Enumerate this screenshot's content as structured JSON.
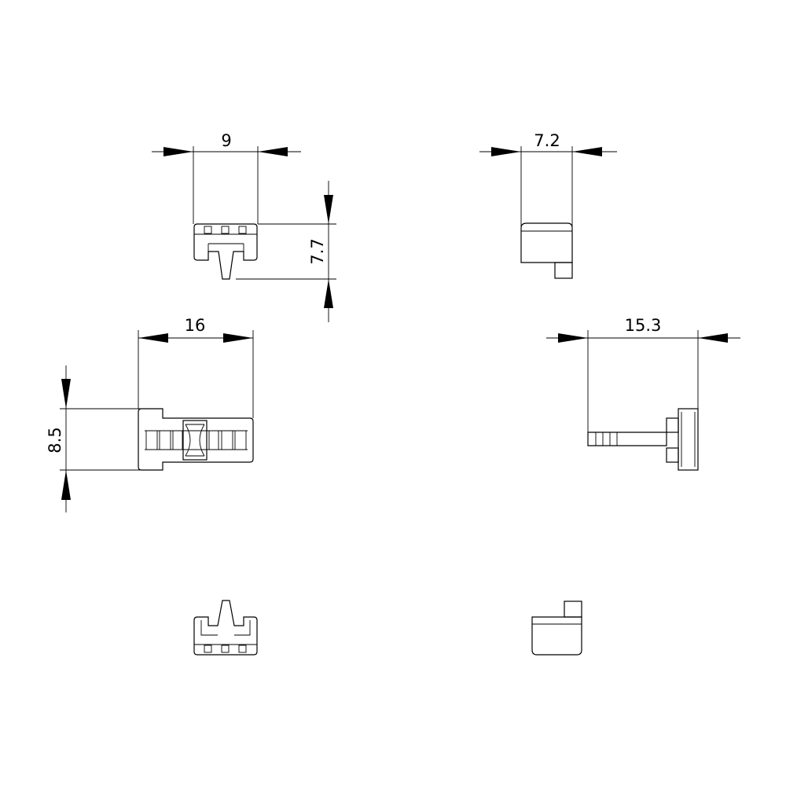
{
  "dimensions": {
    "top_left_width": "9",
    "top_left_height": "7.7",
    "top_right_width": "7.2",
    "mid_left_length": "16",
    "mid_left_height": "8.5",
    "mid_right_length": "15.3"
  },
  "colors": {
    "line": "#000000",
    "background": "#ffffff"
  }
}
